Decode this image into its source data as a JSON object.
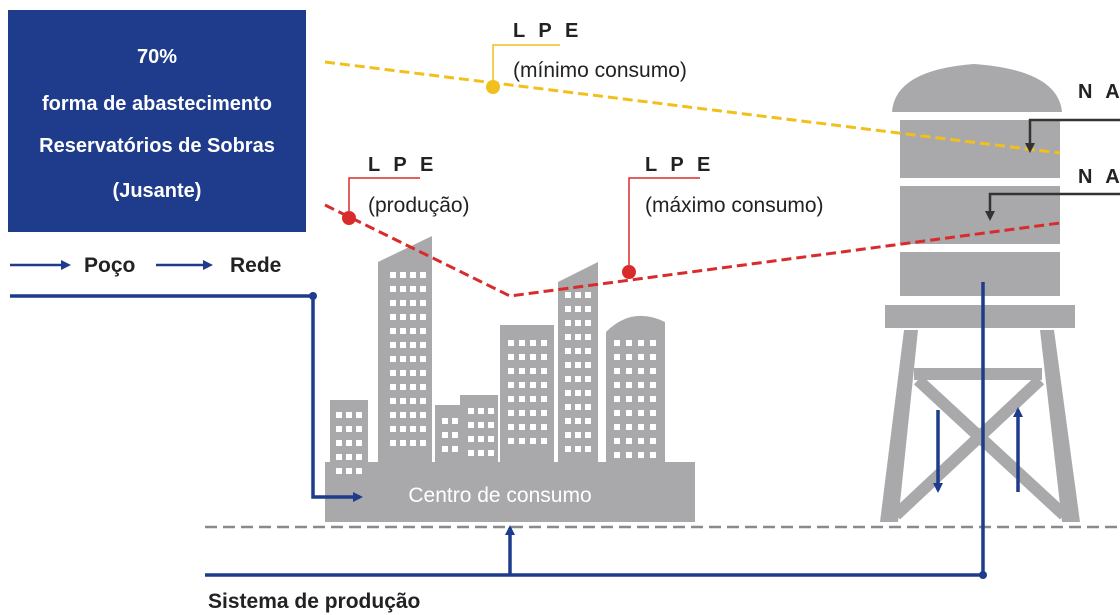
{
  "info_box": {
    "line1": "70%",
    "line2": "forma de abastecimento",
    "line3": "Reservatórios de Sobras",
    "line4": "(Jusante)"
  },
  "flow": {
    "item1": "Poço",
    "item2": "Rede"
  },
  "lpe_min": {
    "title": "L P E",
    "subtitle": "(mínimo consumo)"
  },
  "lpe_prod": {
    "title": "L P E",
    "subtitle": "(produção)"
  },
  "lpe_max": {
    "title": "L P E",
    "subtitle": "(máximo consumo)"
  },
  "na_top": "N A",
  "na_bottom": "N A",
  "consumption_center": "Centro de consumo",
  "production_system": "Sistema de produção",
  "colors": {
    "navy": "#1f3c8c",
    "yellow_line": "#f2c01c",
    "red_line": "#d92b2b",
    "gray": "#a9a9ab",
    "dark_gray": "#555555"
  }
}
